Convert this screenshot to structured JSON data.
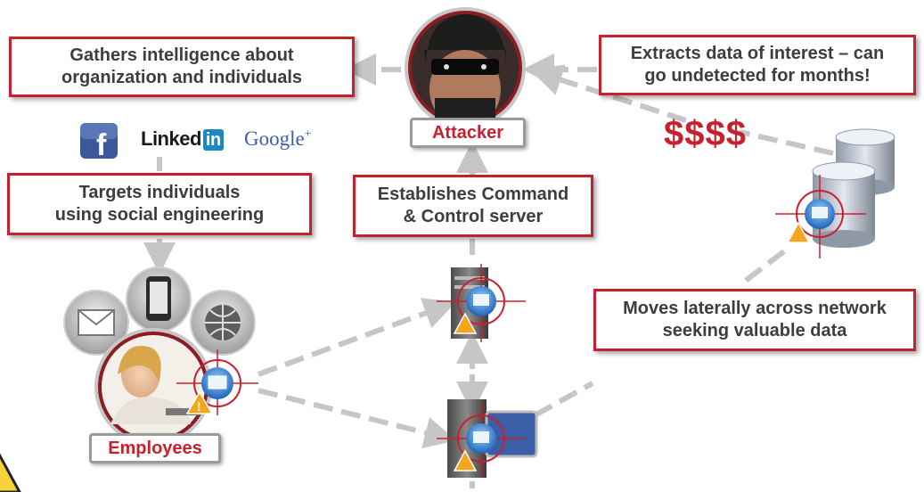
{
  "boxes": {
    "gather": "Gathers intelligence about\norganization and individuals",
    "extract": "Extracts data of interest – can\ngo undetected for months!",
    "targets": "Targets individuals\nusing social engineering",
    "command": "Establishes Command\n& Control server",
    "laterally": "Moves laterally across network\nseeking valuable data"
  },
  "labels": {
    "attacker": "Attacker",
    "employees": "Employees",
    "money": "$$$$"
  },
  "social": {
    "facebook": "f",
    "linkedin_text": "Linked",
    "linkedin_in": "in",
    "google_text": "Google",
    "google_plus": "+"
  },
  "colors": {
    "accent_red": "#c8202f",
    "arrow_gray": "#c6c6c6",
    "text_dark": "#3d3d3d",
    "facebook_blue": "#3b5998",
    "linkedin_blue": "#1d87c6"
  },
  "icons": [
    "facebook-icon",
    "email-icon",
    "phone-icon",
    "globe-icon",
    "server-icon",
    "database-icon",
    "warning-icon",
    "crosshair-icon",
    "computer-icon",
    "attacker-avatar",
    "employee-avatar"
  ]
}
